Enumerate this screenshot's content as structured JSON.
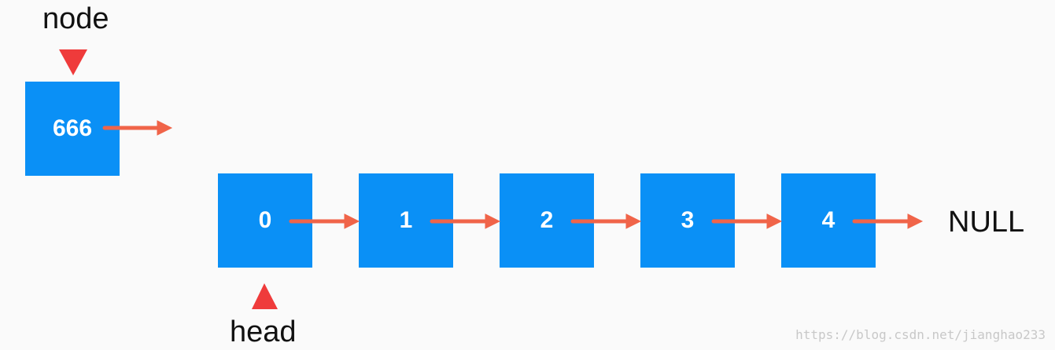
{
  "nodes": {
    "new_node": "666",
    "list": [
      "0",
      "1",
      "2",
      "3",
      "4"
    ]
  },
  "labels": {
    "node": "node",
    "head": "head",
    "null": "NULL"
  },
  "watermark": "https://blog.csdn.net/jianghao233",
  "colors": {
    "node_fill": "#0a90f6",
    "arrow": "#f06449",
    "pointer": "#ef3b3b",
    "text": "#111111",
    "watermark": "#c8c8c8"
  },
  "icons": {
    "node_pointer": "triangle-down-icon",
    "head_pointer": "triangle-up-icon"
  }
}
